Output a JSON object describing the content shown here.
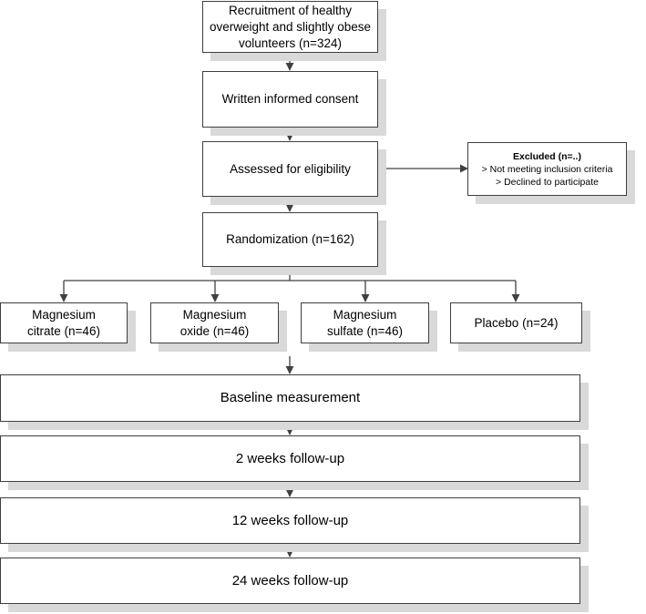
{
  "recruitment": [
    "Recruitment of healthy",
    "overweight and slightly obese",
    "volunteers (n=324)"
  ],
  "consent": "Written informed consent",
  "eligibility": "Assessed for eligibility",
  "excluded": {
    "title": "Excluded (n=..)",
    "lines": [
      "> Not meeting inclusion criteria",
      "> Declined to participate"
    ]
  },
  "randomization": "Randomization (n=162)",
  "groups": {
    "citrate": [
      "Magnesium",
      "citrate (n=46)"
    ],
    "oxide": [
      "Magnesium",
      "oxide (n=46)"
    ],
    "sulfate": [
      "Magnesium",
      "sulfate (n=46)"
    ],
    "placebo": "Placebo (n=24)"
  },
  "baseline": "Baseline measurement",
  "followups": [
    "2 weeks follow-up",
    "12 weeks follow-up",
    "24 weeks follow-up"
  ],
  "colors": {
    "border": "#3f3f3f",
    "shadow": "#d9d9d9",
    "line": "#404040"
  }
}
